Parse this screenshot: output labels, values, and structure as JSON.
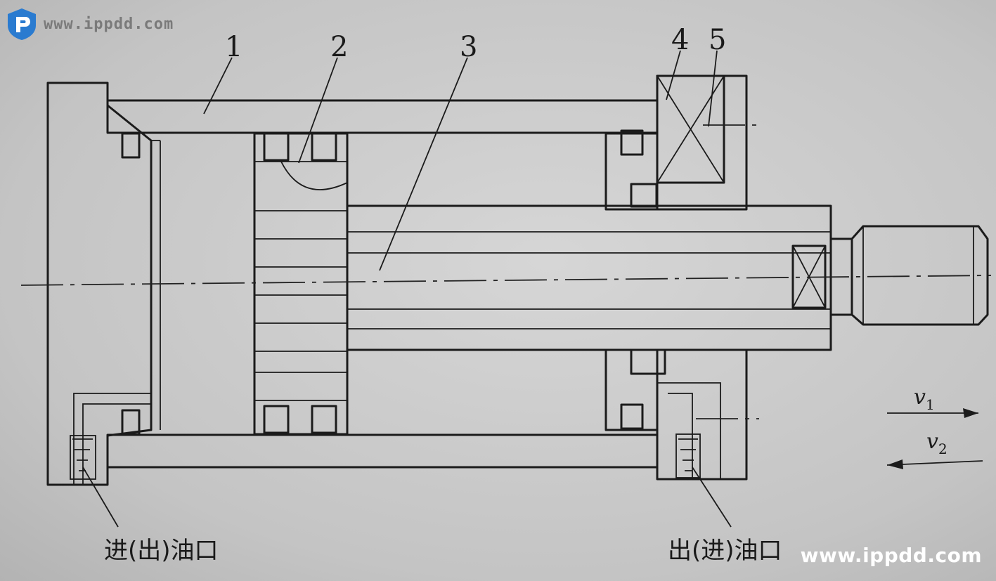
{
  "watermark_top": "www.ippdd.com",
  "watermark_bottom": "www.ippdd.com",
  "part_labels": [
    "1",
    "2",
    "3",
    "4",
    "5"
  ],
  "port_left": "进(出)油口",
  "port_right": "出(进)油口",
  "velocity_1": {
    "symbol": "v",
    "subscript": "1"
  },
  "velocity_2": {
    "symbol": "v",
    "subscript": "2"
  },
  "colors": {
    "paper": "#c9c9c9",
    "ink": "#1b1b1b",
    "logo": "#2a7bd0"
  },
  "icons": [
    "logo-icon"
  ]
}
